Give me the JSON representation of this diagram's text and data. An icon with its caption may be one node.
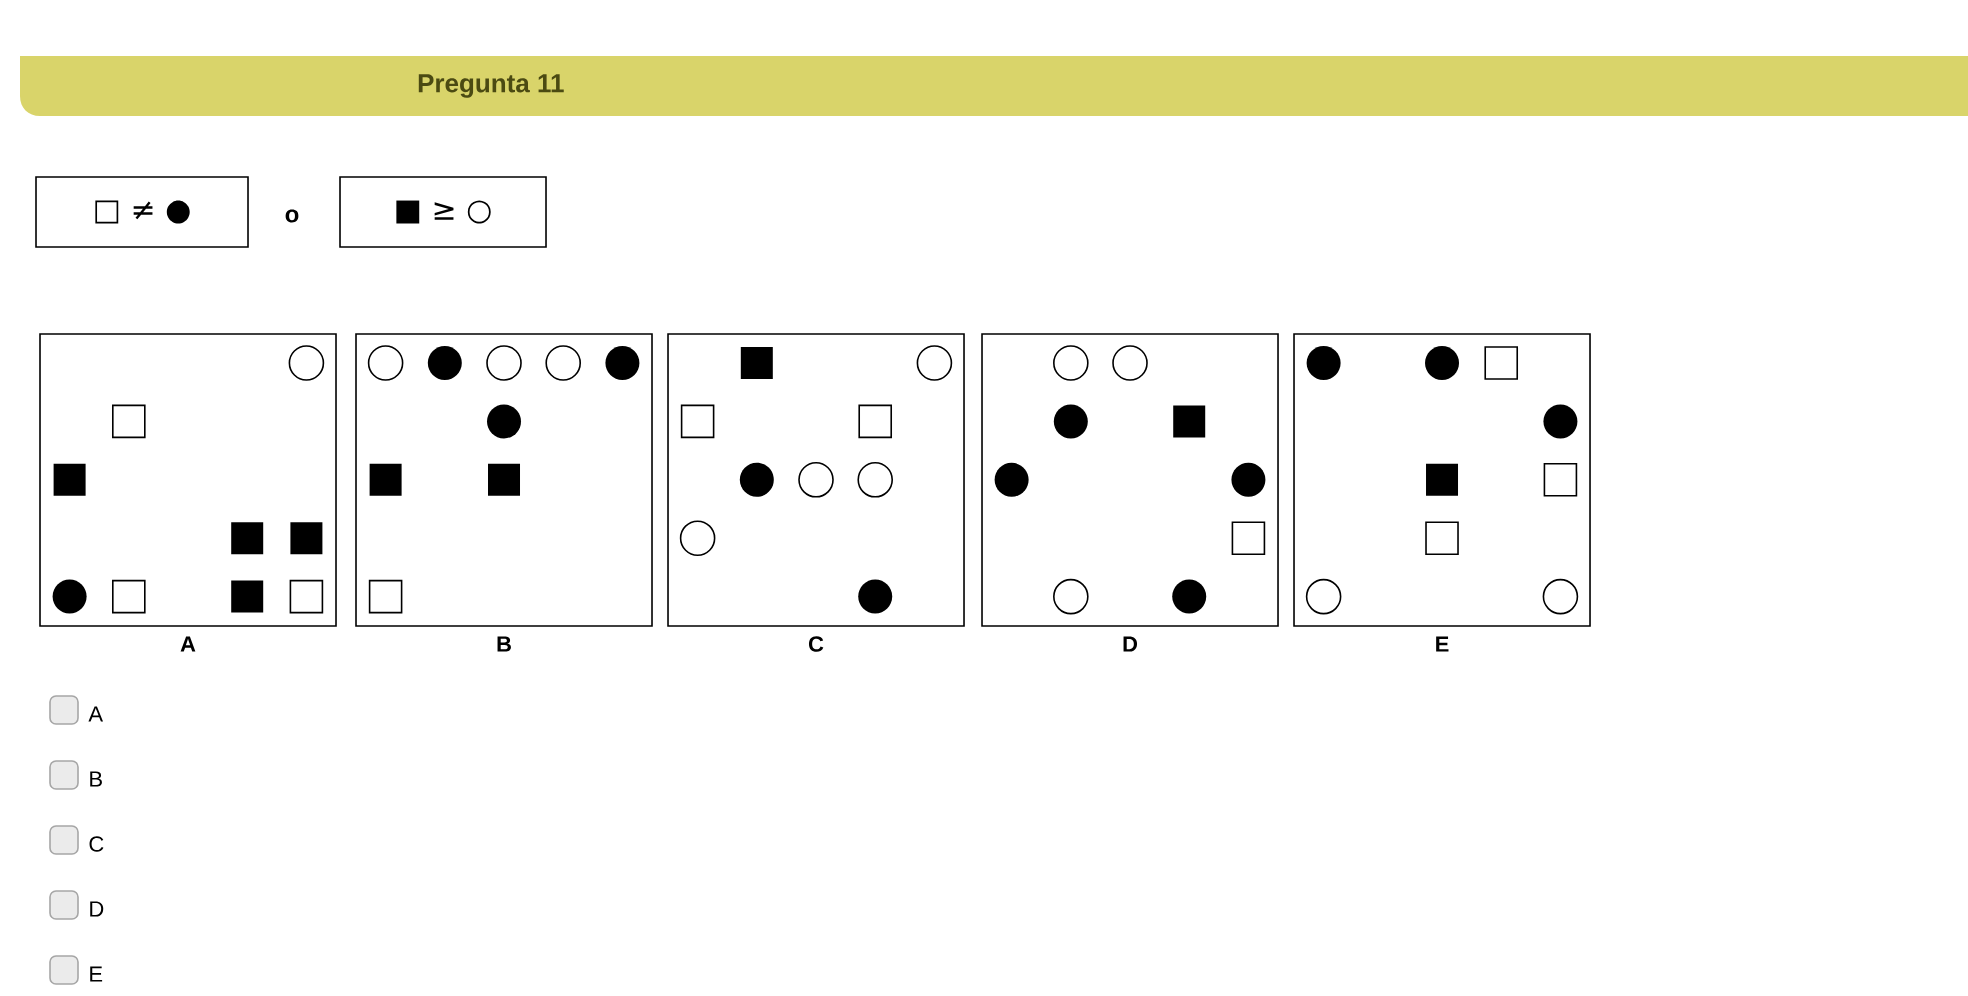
{
  "diagram": {
    "title": "Pregunta 11",
    "nodes": [
      {
        "text": [
          "□ ≠ ●"
        ]
      },
      {
        "text": [
          "■ ≥ ○"
        ]
      },
      {
        "text": [],
        "shape": "box",
        "beside": [
          "A"
        ]
      },
      {
        "text": [],
        "shape": "box",
        "beside": [
          "B"
        ]
      },
      {
        "text": [],
        "shape": "box",
        "beside": [
          "C"
        ]
      },
      {
        "text": [],
        "shape": "box",
        "beside": [
          "D"
        ]
      },
      {
        "text": [],
        "shape": "box",
        "beside": [
          "E"
        ]
      }
    ],
    "labels": [
      "o",
      "A",
      "B",
      "C",
      "D",
      "E"
    ]
  }
}
